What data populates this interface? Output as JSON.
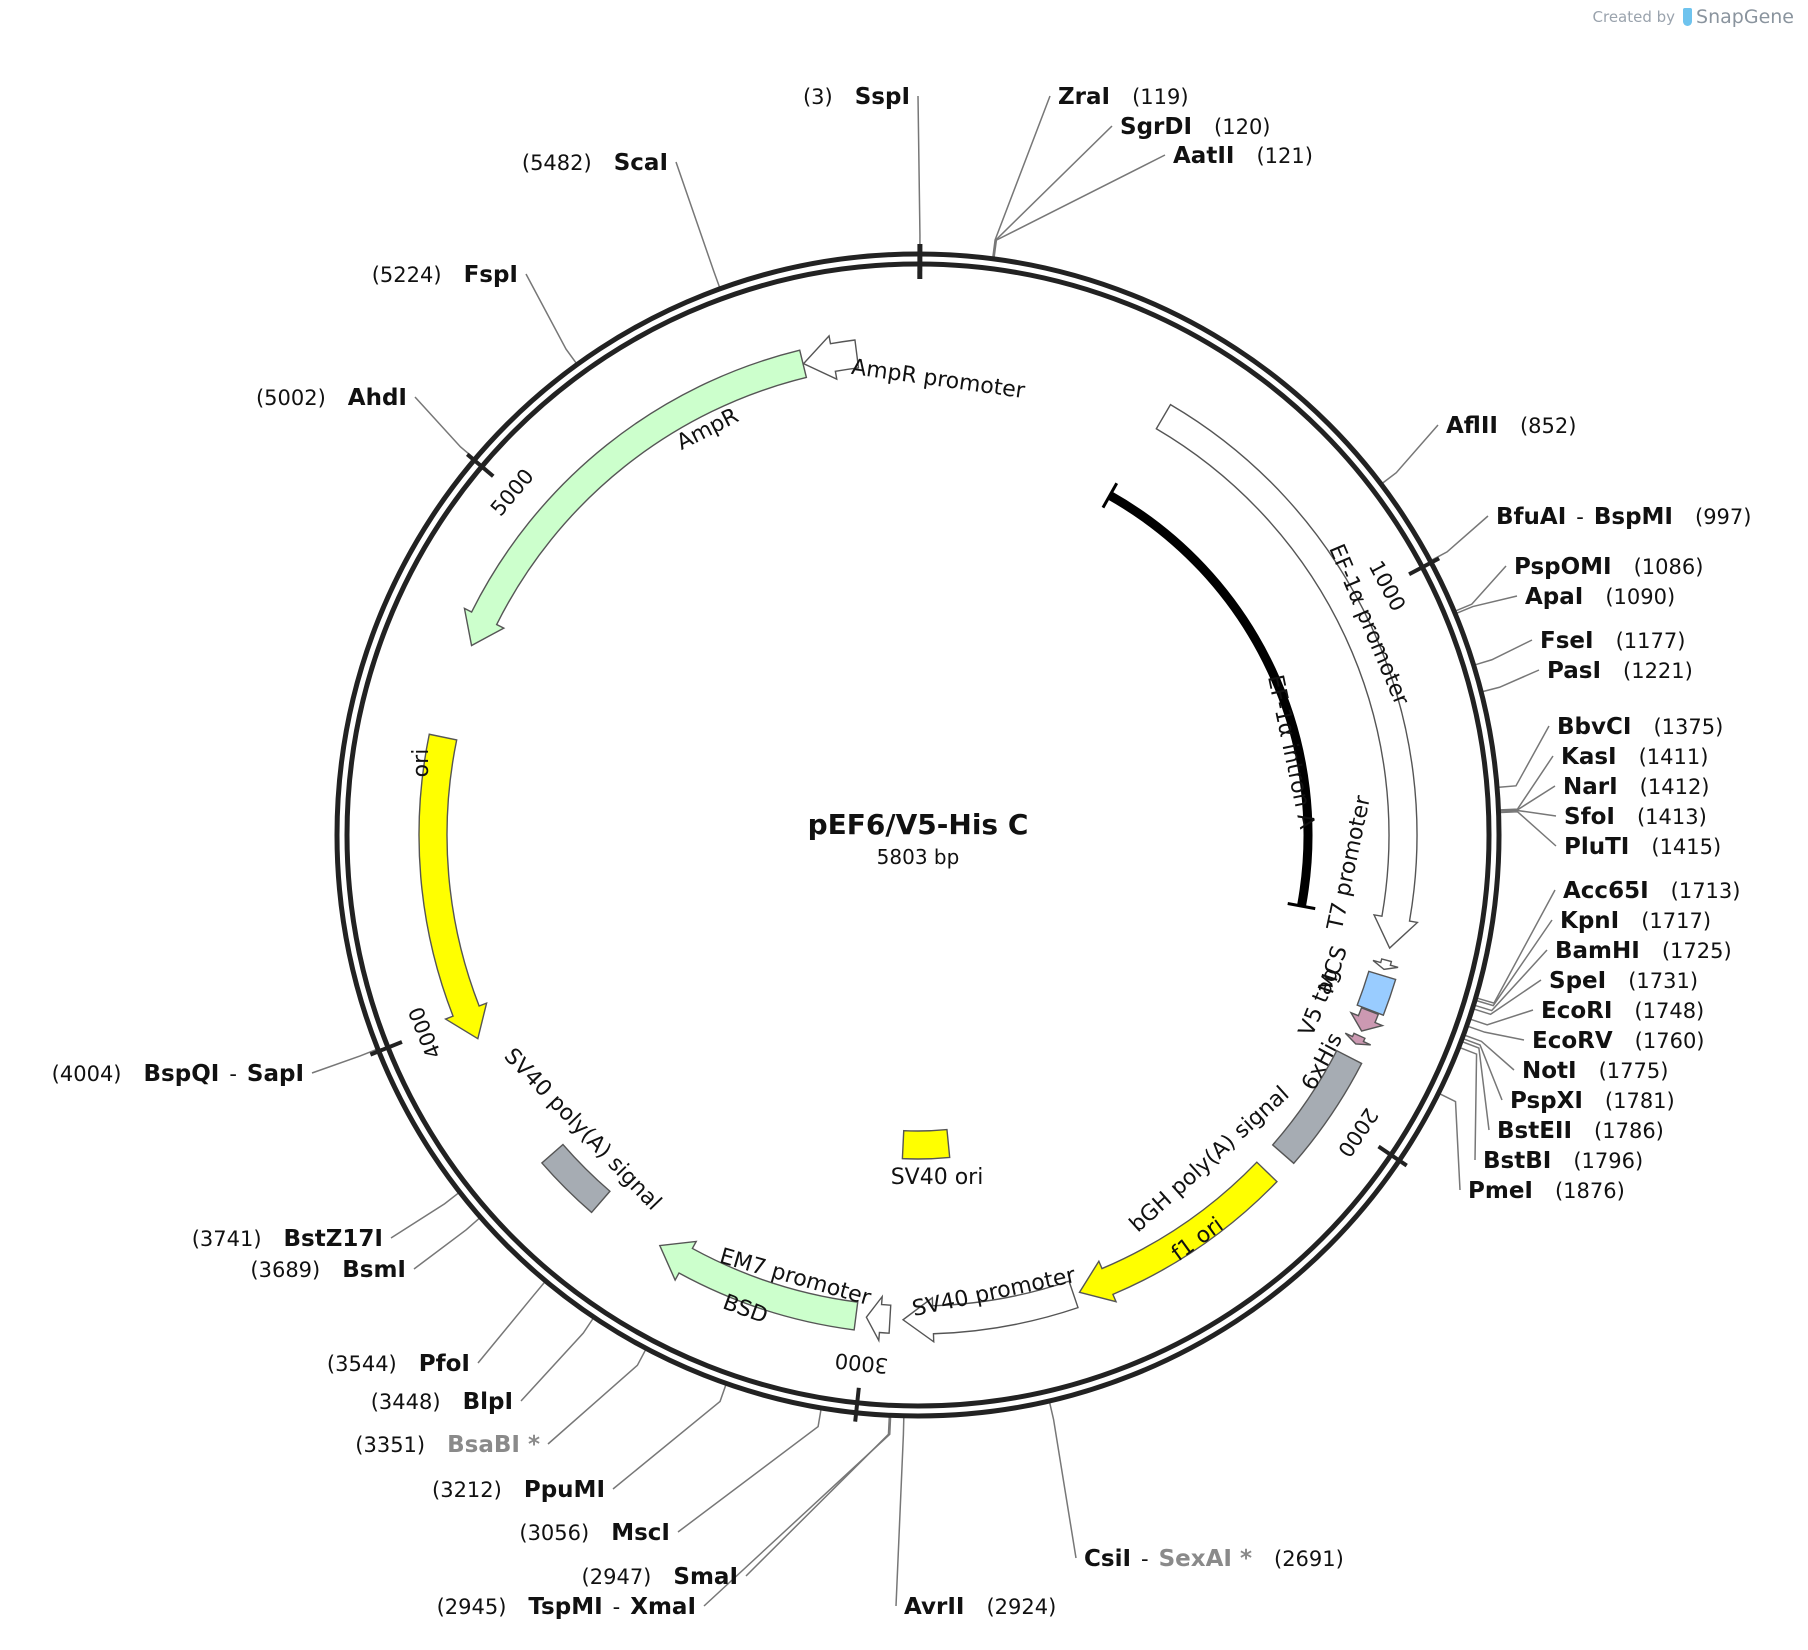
{
  "credit": {
    "prefix": "Created by",
    "brand": "SnapGene"
  },
  "plasmid": {
    "name": "pEF6/V5-His C",
    "size_label": "5803 bp",
    "length": 5803
  },
  "ticks": [
    1000,
    2000,
    3000,
    4000,
    5000
  ],
  "features": [
    {
      "name": "AmpR promoter",
      "start": 5583,
      "end": 5686,
      "dir": -1,
      "color": "#ffffff",
      "label": "AmpR promoter"
    },
    {
      "name": "AmpR",
      "start": 4723,
      "end": 5582,
      "dir": -1,
      "color": "#ccffcc",
      "label": "AmpR"
    },
    {
      "name": "ori",
      "start": 3952,
      "end": 4540,
      "dir": -1,
      "color": "#ffff00",
      "label": "ori"
    },
    {
      "name": "EF-1α promoter",
      "start": 490,
      "end": 1668,
      "dir": 1,
      "color": "#ffffff",
      "label": "EF-1α promoter"
    },
    {
      "name": "T7 promoter",
      "start": 1692,
      "end": 1710,
      "dir": 1,
      "color": "#ffffff",
      "label": "T7 promoter"
    },
    {
      "name": "MCS",
      "start": 1722,
      "end": 1792,
      "dir": 0,
      "color": "#99ccff",
      "label": "MCS"
    },
    {
      "name": "V5 tag",
      "start": 1794,
      "end": 1835,
      "dir": 1,
      "color": "#cc99b2",
      "label": "V5 tag"
    },
    {
      "name": "6xHis",
      "start": 1845,
      "end": 1862,
      "dir": 1,
      "color": "#cc99b2",
      "label": "6xHis"
    },
    {
      "name": "bGH poly(A) signal",
      "start": 1890,
      "end": 2114,
      "dir": 0,
      "color": "#a6acb3",
      "label": "bGH poly(A) signal"
    },
    {
      "name": "f1 ori",
      "start": 2160,
      "end": 2588,
      "dir": 1,
      "color": "#ffff00",
      "label": "f1 ori"
    },
    {
      "name": "SV40 promoter",
      "start": 2600,
      "end": 2930,
      "dir": 1,
      "color": "#ffffff",
      "label": "SV40 promoter"
    },
    {
      "name": "EM7 promoter",
      "start": 2955,
      "end": 3000,
      "dir": 1,
      "color": "#ffffff",
      "label": "EM7 promoter"
    },
    {
      "name": "BSD",
      "start": 3020,
      "end": 3420,
      "dir": 1,
      "color": "#ccffcc",
      "label": "BSD"
    },
    {
      "name": "SV40 poly(A) signal",
      "start": 3560,
      "end": 3690,
      "dir": 0,
      "color": "#a6acb3",
      "label": "SV40 poly(A) signal"
    },
    {
      "name": "SV40 ori",
      "start": 2811,
      "end": 2946,
      "dir": 0,
      "color": "#ffff00",
      "label": "SV40 ori"
    },
    {
      "name": "EF-1α intron A",
      "start": 475,
      "end": 1620,
      "dir": 0,
      "color": "#000000",
      "label": "EF-1α intron A"
    }
  ],
  "sites": [
    {
      "name": "SspI",
      "pos": "3"
    },
    {
      "name": "ZraI",
      "pos": "119"
    },
    {
      "name": "SgrDI",
      "pos": "120"
    },
    {
      "name": "AatII",
      "pos": "121"
    },
    {
      "name": "ScaI",
      "pos": "5482"
    },
    {
      "name": "FspI",
      "pos": "5224"
    },
    {
      "name": "AhdI",
      "pos": "5002"
    },
    {
      "name": "AflII",
      "pos": "852"
    },
    {
      "name": "BfuAI",
      "name2": "BspMI",
      "pos": "997"
    },
    {
      "name": "PspOMI",
      "pos": "1086"
    },
    {
      "name": "ApaI",
      "pos": "1090"
    },
    {
      "name": "FseI",
      "pos": "1177"
    },
    {
      "name": "PasI",
      "pos": "1221"
    },
    {
      "name": "BbvCI",
      "pos": "1375"
    },
    {
      "name": "KasI",
      "pos": "1411"
    },
    {
      "name": "NarI",
      "pos": "1412"
    },
    {
      "name": "SfoI",
      "pos": "1413"
    },
    {
      "name": "PluTI",
      "pos": "1415"
    },
    {
      "name": "Acc65I",
      "pos": "1713"
    },
    {
      "name": "KpnI",
      "pos": "1717"
    },
    {
      "name": "BamHI",
      "pos": "1725"
    },
    {
      "name": "SpeI",
      "pos": "1731"
    },
    {
      "name": "EcoRI",
      "pos": "1748"
    },
    {
      "name": "EcoRV",
      "pos": "1760"
    },
    {
      "name": "NotI",
      "pos": "1775"
    },
    {
      "name": "PspXI",
      "pos": "1781"
    },
    {
      "name": "BstEII",
      "pos": "1786"
    },
    {
      "name": "BstBI",
      "pos": "1796"
    },
    {
      "name": "PmeI",
      "pos": "1876"
    },
    {
      "name": "CsiI",
      "name2": "SexAI *",
      "name2_gray": true,
      "pos": "2691"
    },
    {
      "name": "AvrII",
      "pos": "2924"
    },
    {
      "name": "TspMI",
      "name2": "XmaI",
      "pos": "2945"
    },
    {
      "name": "SmaI",
      "pos": "2947"
    },
    {
      "name": "MscI",
      "pos": "3056"
    },
    {
      "name": "PpuMI",
      "pos": "3212"
    },
    {
      "name": "BsaBI *",
      "gray": true,
      "pos": "3351"
    },
    {
      "name": "BlpI",
      "pos": "3448"
    },
    {
      "name": "PfoI",
      "pos": "3544"
    },
    {
      "name": "BsmI",
      "pos": "3689"
    },
    {
      "name": "BstZ17I",
      "pos": "3741"
    },
    {
      "name": "BspQI",
      "name2": "SapI",
      "pos": "4004"
    }
  ]
}
